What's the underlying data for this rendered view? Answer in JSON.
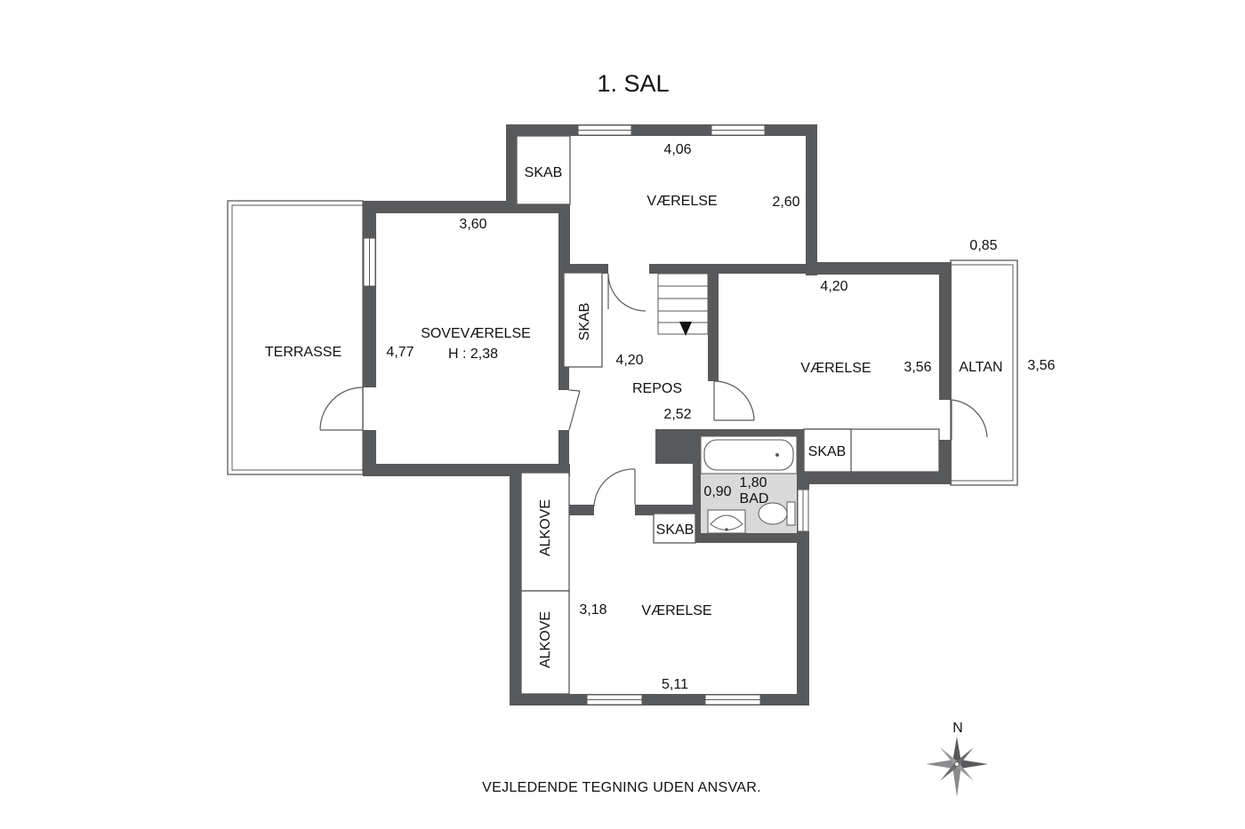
{
  "title": "1. SAL",
  "footer": "VEJLEDENDE TEGNING UDEN ANSVAR.",
  "compass": {
    "north_label": "N",
    "icon": "compass-rose-icon"
  },
  "colors": {
    "wall": "#58595b",
    "bath_floor": "#d9d9d9",
    "background": "#ffffff"
  },
  "rooms": {
    "top_vaerelse": {
      "name": "VÆRELSE",
      "width": "4,06",
      "depth": "2,60"
    },
    "top_skab": {
      "name": "SKAB"
    },
    "sovevaerelse": {
      "name": "SOVEVÆRELSE",
      "height_note": "H : 2,38",
      "width": "3,60",
      "depth": "4,77"
    },
    "terrasse": {
      "name": "TERRASSE"
    },
    "repos": {
      "name": "REPOS",
      "width": "4,20",
      "depth": "2,52"
    },
    "repos_skab": {
      "name": "SKAB"
    },
    "right_vaerelse": {
      "name": "VÆRELSE",
      "width": "4,20",
      "depth": "3,56"
    },
    "altan": {
      "name": "ALTAN",
      "width": "0,85",
      "depth": "3,56"
    },
    "right_skab": {
      "name": "SKAB"
    },
    "bad": {
      "name": "BAD",
      "width": "1,80",
      "depth": "0,90"
    },
    "bottom_skab": {
      "name": "SKAB"
    },
    "bottom_vaerelse": {
      "name": "VÆRELSE",
      "width": "5,11",
      "depth": "3,18"
    },
    "alkove_top": {
      "name": "ALKOVE"
    },
    "alkove_bottom": {
      "name": "ALKOVE"
    }
  }
}
